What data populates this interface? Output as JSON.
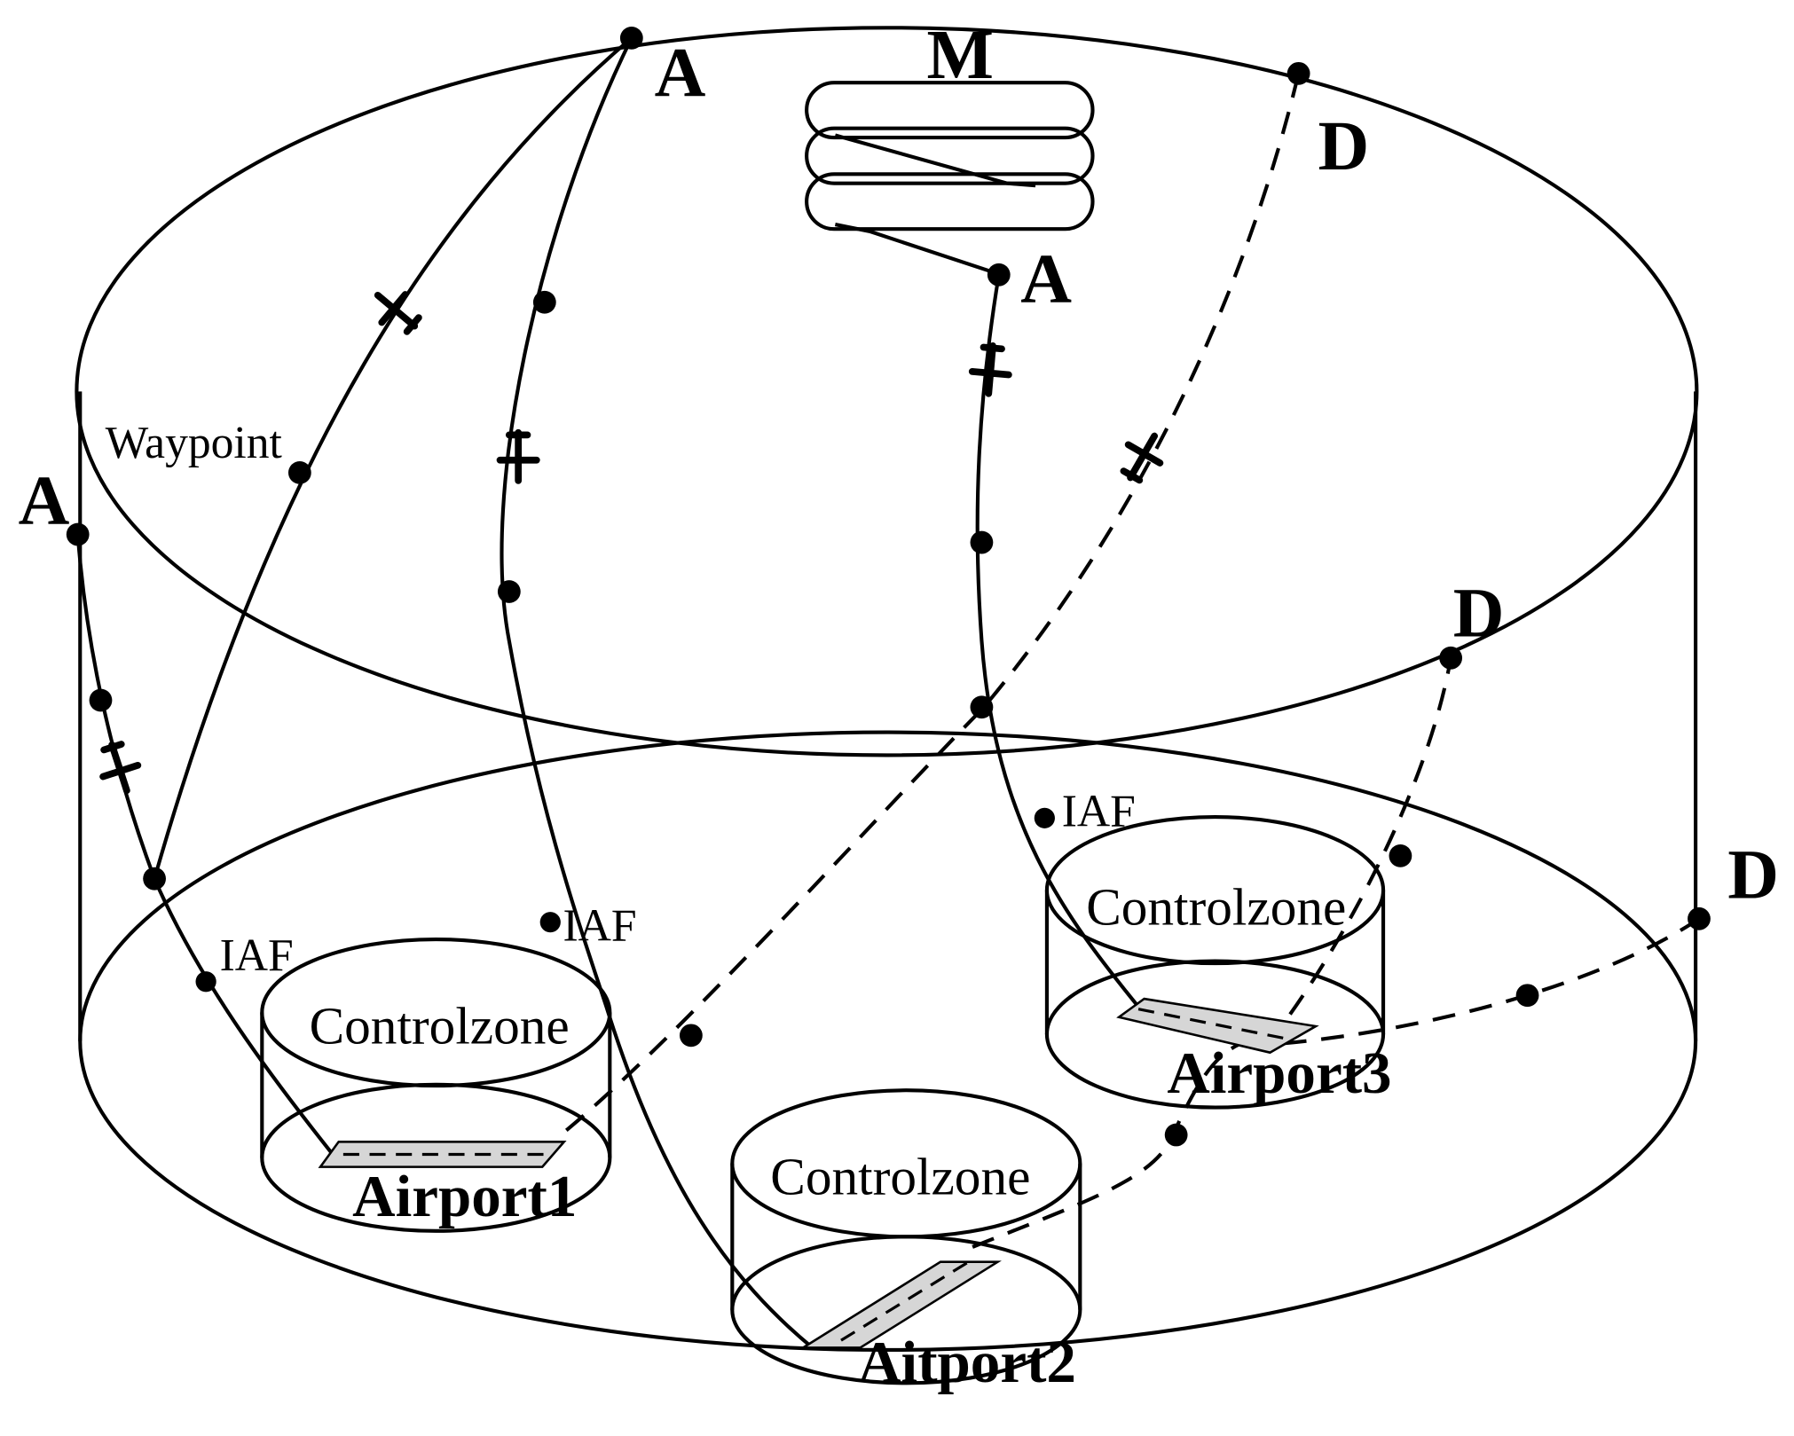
{
  "labels": {
    "arrival": "A",
    "departure": "D",
    "holding": "M",
    "waypoint": "Waypoint",
    "iaf": "IAF",
    "control_zone": "Controlzone"
  },
  "airports": [
    "Airport1",
    "Aitport2",
    "Airport3"
  ]
}
